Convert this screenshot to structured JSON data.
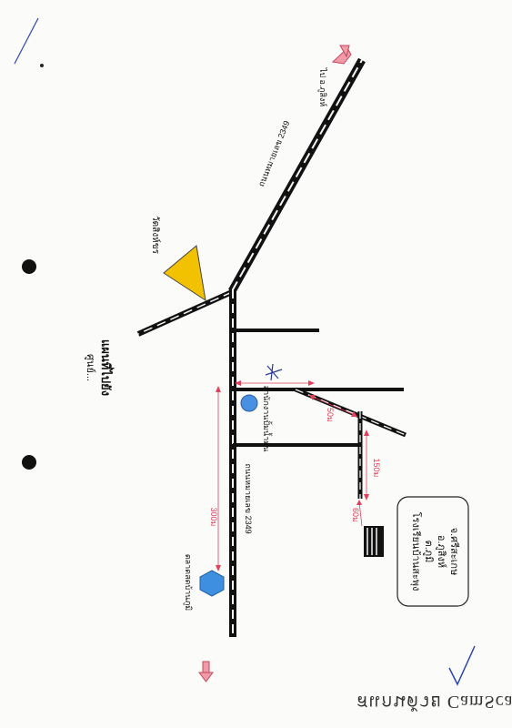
{
  "title_main": "แผนที่ไปยัง",
  "title_sub": "ศูนย์...",
  "roads": {
    "main_road_upper": "ถนนหมายเลข 2349",
    "main_road_lower": "ถนนหมายเลข 2349",
    "to_city": "ไป อ.ภูสิงห์"
  },
  "landmarks": {
    "temple": "วัดสิงห์ขร",
    "health_center": "สำนักงานปั้มน้ำมัน",
    "market": "ตลาดสดบ้านภูมิ"
  },
  "distances": {
    "d300": "300ม",
    "d50": "50ม",
    "d150": "150ม",
    "d60": "60ม"
  },
  "destination": {
    "line1": "โรงเรียนบ้านสะพุง",
    "line2": "ต.ภูมิ",
    "line3": "อ.ภูสิงห์",
    "line4": "จ.ศรีสะเกษ"
  },
  "footer_text": "สแกนด้วย CamScan",
  "colors": {
    "road": "#111111",
    "road_dash": "#f4f4f4",
    "temple": "#f2c200",
    "health_center": "#4a90e2",
    "market": "#3f8fe0",
    "distance": "#e0405a"
  }
}
